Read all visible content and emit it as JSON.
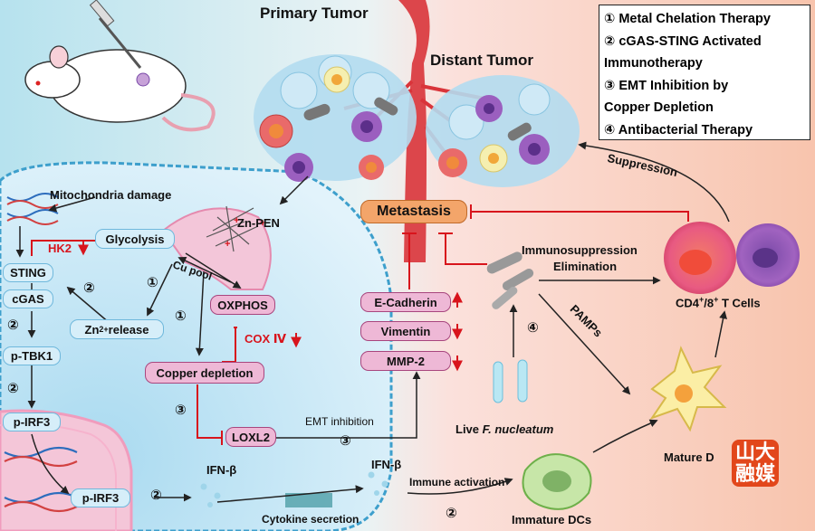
{
  "sections": {
    "primary_tumor": "Primary Tumor",
    "distant_tumor": "Distant Tumor"
  },
  "legend": [
    {
      "num": "①",
      "text": "Metal Chelation Therapy"
    },
    {
      "num": "②",
      "text": "cGAS-STING Activated"
    },
    {
      "num": "",
      "text": "Immunotherapy"
    },
    {
      "num": "③",
      "text": "EMT Inhibition by"
    },
    {
      "num": "",
      "text": "Copper Depletion"
    },
    {
      "num": "④",
      "text": "Antibacterial Therapy"
    }
  ],
  "nodes": {
    "mitochondria_damage": "Mitochondria damage",
    "glycolysis": "Glycolysis",
    "hk2": "HK2",
    "sting": "STING",
    "cgas": "cGAS",
    "p_tbk1": "p-TBK1",
    "p_irf3_a": "p-IRF3",
    "p_irf3_b": "p-IRF3",
    "zn_release_prefix": "Zn",
    "zn_release_sup": "2+",
    "zn_release_suffix": " release",
    "cu_pool": "Cu pool",
    "oxphos": "OXPHOS",
    "cox_iv": "COX Ⅳ",
    "copper_depletion": "Copper depletion",
    "loxl2": "LOXL2",
    "zn_pen": "Zn-PEN",
    "metastasis": "Metastasis",
    "e_cadherin": "E-Cadherin",
    "vimentin": "Vimentin",
    "mmp2": "MMP-2",
    "emt_inhibition": "EMT inhibition",
    "live_f_prefix": "Live ",
    "live_f_italic": "F. nucleatum",
    "immunosuppression": "Immunosuppression",
    "elimination": "Elimination",
    "suppression": "Suppression",
    "pamps": "PAMPs",
    "t_cells_prefix": "CD4",
    "t_cells_sup1": "+",
    "t_cells_mid": "/8",
    "t_cells_sup2": "+",
    "t_cells_suffix": " T Cells",
    "ifn_b_left": "IFN-β",
    "ifn_b_right": "IFN-β",
    "cytokine_secretion": "Cytokine secretion",
    "immune_activation": "Immune activation",
    "immature_dcs": "Immature DCs",
    "mature_dcs": "Mature D"
  },
  "badges": {
    "glyco_1": "①",
    "zn_2": "②",
    "cu_1": "①",
    "sting_2": "②",
    "tbk_2": "②",
    "copper_3": "③",
    "bacteria_4": "④",
    "emt_3": "③",
    "ifn_2": "②",
    "immune_2": "②"
  },
  "logo": {
    "line1": "山大",
    "line2": "融媒"
  },
  "colors": {
    "cell_blue": "#cfe9f6",
    "nucleus_pink": "#f4c6d8",
    "inhibit_red": "#d8141c",
    "metastasis_orange": "#f3a56a",
    "vessel_red": "#d9343a"
  }
}
